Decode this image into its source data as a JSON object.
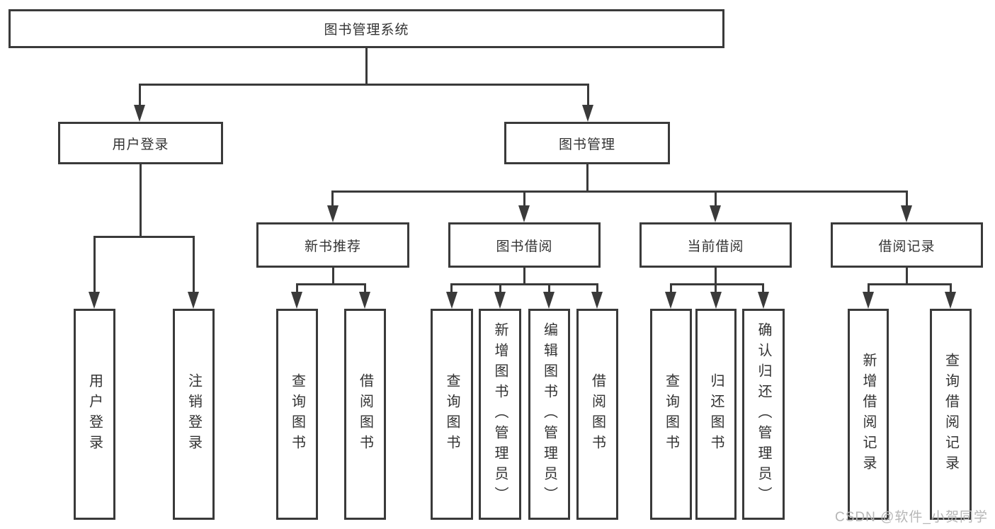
{
  "colors": {
    "line": "#3a3a3a",
    "text": "#333333",
    "watermark": "#b6b6b6"
  },
  "watermark": "CSDN @软件_小贺同学",
  "tree": {
    "root": {
      "label": "图书管理系统"
    },
    "branches": [
      {
        "label": "用户登录",
        "children": [
          {
            "label": "用户登录"
          },
          {
            "label": "注销登录"
          }
        ]
      },
      {
        "label": "图书管理",
        "children": [
          {
            "label": "新书推荐",
            "children": [
              {
                "label": "查询图书"
              },
              {
                "label": "借阅图书"
              }
            ]
          },
          {
            "label": "图书借阅",
            "children": [
              {
                "label": "查询图书"
              },
              {
                "label": "新增图书（管理员）"
              },
              {
                "label": "编辑图书（管理员）"
              },
              {
                "label": "借阅图书"
              }
            ]
          },
          {
            "label": "当前借阅",
            "children": [
              {
                "label": "查询图书"
              },
              {
                "label": "归还图书"
              },
              {
                "label": "确认归还（管理员）"
              }
            ]
          },
          {
            "label": "借阅记录",
            "children": [
              {
                "label": "新增借阅记录"
              },
              {
                "label": "查询借阅记录"
              }
            ]
          }
        ]
      }
    ]
  }
}
